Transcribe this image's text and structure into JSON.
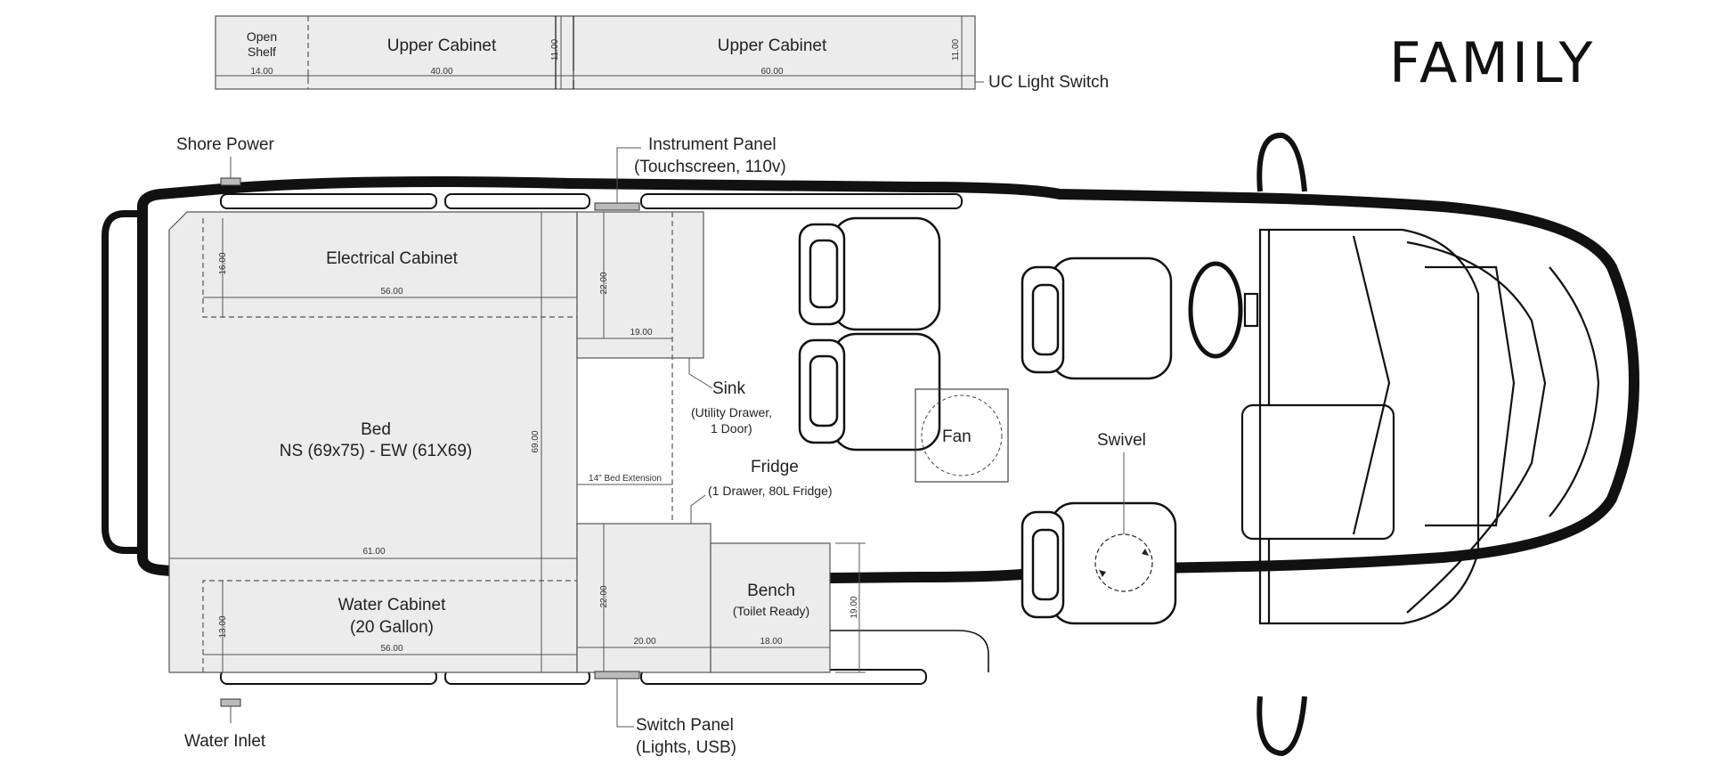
{
  "brand": "FAMILY",
  "top_cabinets": {
    "open_shelf_line1": "Open",
    "open_shelf_line2": "Shelf",
    "upper_cabinet_1": "Upper Cabinet",
    "upper_cabinet_2": "Upper Cabinet",
    "dim_open_shelf": "14.00",
    "dim_upper_1": "40.00",
    "dim_upper_2": "60.00",
    "dim_height_1": "11.00",
    "dim_height_2": "11.00",
    "uc_light_switch": "UC Light Switch"
  },
  "callouts": {
    "shore_power": "Shore Power",
    "water_inlet": "Water Inlet",
    "instrument_panel_line1": "Instrument Panel",
    "instrument_panel_line2": "(Touchscreen, 110v)",
    "switch_panel_line1": "Switch Panel",
    "switch_panel_line2": "(Lights, USB)",
    "sink_line1": "Sink",
    "sink_line2": "(Utility Drawer,",
    "sink_line3": "1 Door)",
    "fridge_line1": "Fridge",
    "fridge_line2": "(1 Drawer, 80L Fridge)",
    "fan": "Fan",
    "swivel": "Swivel"
  },
  "zones": {
    "electrical_cabinet": "Electrical Cabinet",
    "bed_line1": "Bed",
    "bed_line2": "NS (69x75) - EW (61X69)",
    "water_cabinet_line1": "Water Cabinet",
    "water_cabinet_line2": "(20 Gallon)",
    "bench_line1": "Bench",
    "bench_line2": "(Toilet Ready)",
    "bed_extension": "14\" Bed Extension"
  },
  "dimensions": {
    "elec_depth": "16.00",
    "elec_width": "56.00",
    "sink_depth": "22.00",
    "sink_width": "19.00",
    "bed_length": "69.00",
    "bed_width": "61.00",
    "water_depth": "13.00",
    "water_width": "56.00",
    "fridge_depth": "22.00",
    "fridge_width": "20.00",
    "bench_width": "18.00",
    "bench_depth": "19.00"
  }
}
